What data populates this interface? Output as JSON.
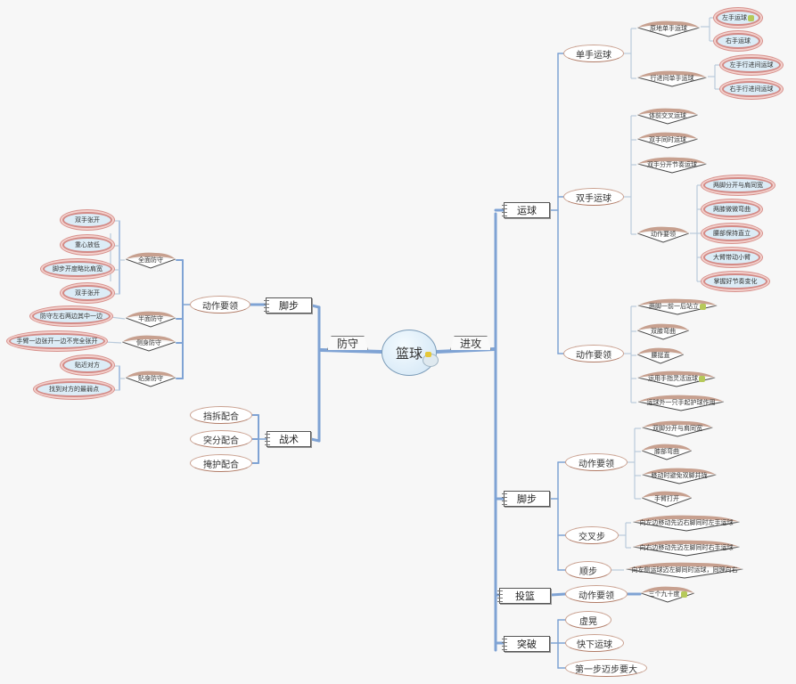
{
  "central": {
    "label": "篮球",
    "icon": "note-icon"
  },
  "colors": {
    "connector": "#7fa3d4",
    "thin_connector": "#b9cadb",
    "oval_border": "#c9a08f",
    "leaf_fill": "#dcecf6",
    "leaf_ring": "#d38a86",
    "lens_top": "#c7a08f"
  },
  "offense": {
    "label": "进攻",
    "dribbling": {
      "label": "运球",
      "one_hand": {
        "label": "单手运球",
        "in_place": {
          "label": "原地单手运球",
          "children": [
            "左手运球",
            "右手运球"
          ]
        },
        "moving": {
          "label": "行进间单手运球",
          "children": [
            "左手行进间运球",
            "右手行进间运球"
          ]
        }
      },
      "two_hand": {
        "label": "双手运球",
        "items": [
          "体前交叉运球",
          "双手同时运球",
          "双手分开节奏运球"
        ],
        "essentials": {
          "label": "动作要领",
          "children": [
            "两脚分开与肩同宽",
            "两膝微微弯曲",
            "腰部保持直立",
            "大臂带动小臂",
            "掌握好节奏变化"
          ]
        }
      },
      "essentials": {
        "label": "动作要领",
        "children": [
          "两脚一前一后站立",
          "双膝弯曲",
          "腰挺直",
          "运用手指灵活运球",
          "运球外一只手起护球作用"
        ]
      }
    },
    "footwork": {
      "label": "脚步",
      "essentials": {
        "label": "动作要领",
        "children": [
          "双脚分开与肩同宽",
          "膝部弯曲",
          "移动时避免双脚并拢",
          "手臂打开"
        ]
      },
      "cross_step": {
        "label": "交叉步",
        "children": [
          "向左边移动先迈右脚同时左手运球",
          "向右边移动先迈左脚同时右手运球"
        ]
      },
      "direct_step": {
        "label": "顺步",
        "children": [
          "向左侧运球迈左脚同时运球，同理向右"
        ]
      }
    },
    "shooting": {
      "label": "投篮",
      "essentials": {
        "label": "动作要领",
        "children": [
          "三个九十度"
        ]
      }
    },
    "breakthrough": {
      "label": "突破",
      "children": [
        "虚晃",
        "快下运球",
        "第一步迈步要大"
      ]
    }
  },
  "defense": {
    "label": "防守",
    "footwork": {
      "label": "脚步",
      "essentials": {
        "label": "动作要领",
        "full_guard": {
          "label": "全面防守",
          "children": [
            "双手张开",
            "重心放低",
            "脚步开度略比肩宽",
            "双手张开"
          ]
        },
        "half_guard": {
          "label": "半面防守",
          "children": [
            "防守左右两边其中一边"
          ]
        },
        "side_guard": {
          "label": "侧身防守",
          "children": [
            "手臂一边张开一边不完全张开"
          ]
        },
        "close_guard": {
          "label": "贴身防守",
          "children": [
            "贴近对方",
            "找到对方的最弱点"
          ]
        }
      }
    },
    "tactics": {
      "label": "战术",
      "children": [
        "挡拆配合",
        "突分配合",
        "掩护配合"
      ]
    }
  }
}
